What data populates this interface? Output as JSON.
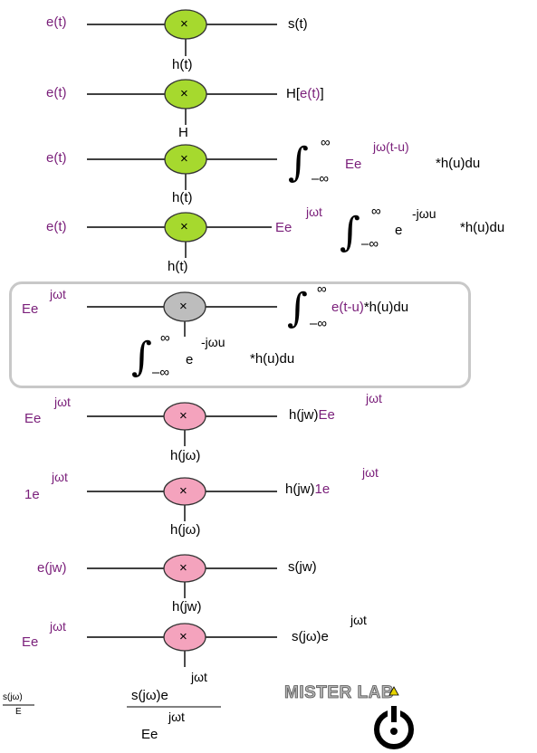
{
  "colors": {
    "green": "#a6d92e",
    "gray": "#bdbdbd",
    "pink": "#f4a3bd",
    "purple": "#7a1f7a",
    "box_border": "#c8c8c8"
  },
  "symbols": {
    "times": "×",
    "integral": "∫",
    "infinity": "∞",
    "minus_infinity": "–∞"
  },
  "rows": [
    {
      "input": "e(t)",
      "output": "s(t)",
      "below": "h(t)"
    },
    {
      "input": "e(t)",
      "output_a": "H[",
      "output_b": "e(t)",
      "output_c": "]",
      "below": "H"
    },
    {
      "input": "e(t)",
      "exp": "jω(t-u)",
      "E": "Ee",
      "tail": "*h(u)du",
      "below": "h(t)"
    },
    {
      "input": "e(t)",
      "exp_out": "jωt",
      "E_out": "Ee",
      "exp": "-jωu",
      "e": "e",
      "tail": "*h(u)du",
      "below": "h(t)"
    },
    {
      "input_exp": "jωt",
      "input": "Ee",
      "out_a": "e(t-u)",
      "out_b": "*h(u)du",
      "below_exp": "-jωu",
      "below_e": "e",
      "below_tail": "*h(u)du"
    },
    {
      "input_exp": "jωt",
      "input": "Ee",
      "out_a": "h(jw)",
      "out_b": "Ee",
      "out_exp": "jωt",
      "below": "h(jω)"
    },
    {
      "input_exp": "jωt",
      "input": "1e",
      "out_a": "h(jw)",
      "out_b": "1e",
      "out_exp": "jωt",
      "below": "h(jω)"
    },
    {
      "input": "e(jw)",
      "output": "s(jw)",
      "below": "h(jw)"
    },
    {
      "input_exp": "jωt",
      "input": "Ee",
      "output": "s(jω)e",
      "out_exp": "jωt"
    }
  ],
  "footer": {
    "frac_small_num": "s(jω)",
    "frac_small_den": "E",
    "exp_top": "jωt",
    "frac_num": "s(jω)e",
    "frac_den_exp": "jωt",
    "frac_den": "Ee"
  },
  "logo": {
    "text": "MISTER LAB"
  }
}
